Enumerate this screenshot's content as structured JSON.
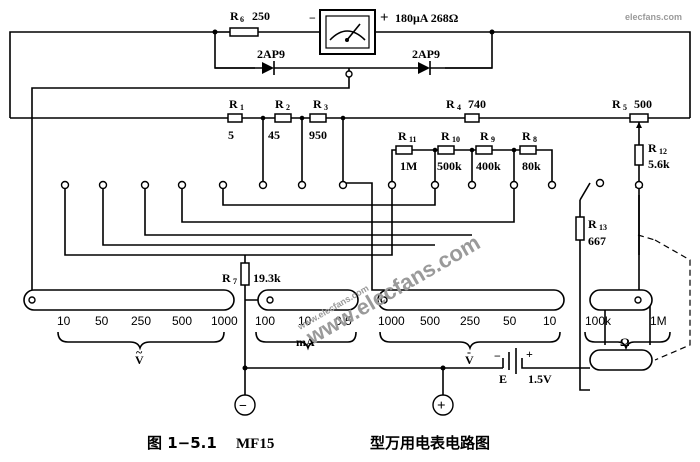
{
  "meter": {
    "name": "R",
    "sub": "6",
    "value": "250",
    "minus": "−",
    "plus": "+",
    "spec": "180μA 268Ω"
  },
  "diodes": [
    "2AP9",
    "2AP9"
  ],
  "resistors": {
    "r1": {
      "name": "R",
      "sub": "1",
      "value": "5"
    },
    "r2": {
      "name": "R",
      "sub": "2",
      "value": "45"
    },
    "r3": {
      "name": "R",
      "sub": "3",
      "value": "950"
    },
    "r4": {
      "name": "R",
      "sub": "4",
      "value": "740"
    },
    "r5": {
      "name": "R",
      "sub": "5",
      "value": "500"
    },
    "r7": {
      "name": "R",
      "sub": "7",
      "value": "19.3k"
    },
    "r8": {
      "name": "R",
      "sub": "8",
      "value": "80k"
    },
    "r9": {
      "name": "R",
      "sub": "9",
      "value": "400k"
    },
    "r10": {
      "name": "R",
      "sub": "10",
      "value": "500k"
    },
    "r11": {
      "name": "R",
      "sub": "11",
      "value": "1M"
    },
    "r12": {
      "name": "R",
      "sub": "12",
      "value": "5.6k"
    },
    "r13": {
      "name": "R",
      "sub": "13",
      "value": "667"
    }
  },
  "scales": {
    "ac_v": {
      "ticks": [
        "10",
        "50",
        "250",
        "500",
        "1000"
      ],
      "unit": "V",
      "unit_mark": "~"
    },
    "ma": {
      "ticks": [
        "100",
        "10",
        "0.5"
      ],
      "unit": "mA"
    },
    "dc_v": {
      "ticks": [
        "1000",
        "500",
        "250",
        "50",
        "10"
      ],
      "unit": "V",
      "unit_mark": "-"
    },
    "ohm": {
      "ticks": [
        "100k",
        "1M"
      ],
      "unit": "Ω"
    }
  },
  "battery": {
    "name": "E",
    "value": "1.5V",
    "minus": "−",
    "plus": "+"
  },
  "terminals": {
    "neg": "−",
    "pos": "+"
  },
  "caption": {
    "fig": "图 1−5.1",
    "model": "MF15",
    "title": "型万用电表电路图"
  },
  "watermarks": [
    "www.elecfans.com",
    "www.elecfans.com",
    "elecfans.com"
  ]
}
